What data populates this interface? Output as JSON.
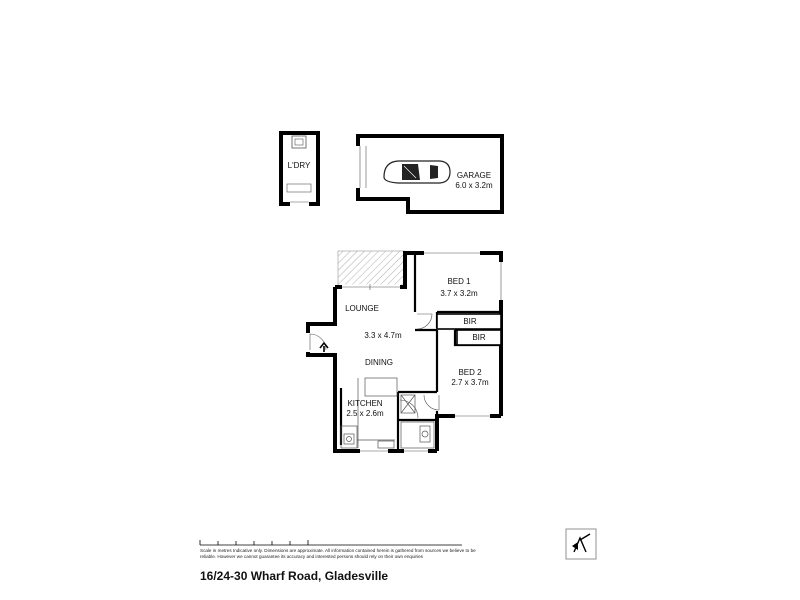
{
  "plan": {
    "rooms": {
      "laundry": {
        "name": "L'DRY",
        "dims": ""
      },
      "garage": {
        "name": "GARAGE",
        "dims": "6.0 x 3.2m"
      },
      "bed1": {
        "name": "BED 1",
        "dims": "3.7 x 3.2m"
      },
      "bir1": {
        "name": "BIR",
        "dims": ""
      },
      "bir2": {
        "name": "BIR",
        "dims": ""
      },
      "lounge": {
        "name": "LOUNGE",
        "dims": "3.3 x 4.7m"
      },
      "dining": {
        "name": "DINING",
        "dims": ""
      },
      "bed2": {
        "name": "BED 2",
        "dims": "2.7 x 3.7m"
      },
      "kitchen": {
        "name": "KITCHEN",
        "dims": "2.5 x 2.6m"
      }
    }
  },
  "footer": {
    "disclaimer": "Scale in metres Indicative only. Dimensions are approximate. All information contained herein is gathered from sources we believe to be reliable. However we cannot guarantee its accuracy and interested persons should rely on their own enquiries",
    "address": "16/24-30 Wharf Road, Gladesville"
  },
  "colors": {
    "walls": "#000000",
    "fixtures": "#555555",
    "hatch": "#9a9a9a"
  }
}
